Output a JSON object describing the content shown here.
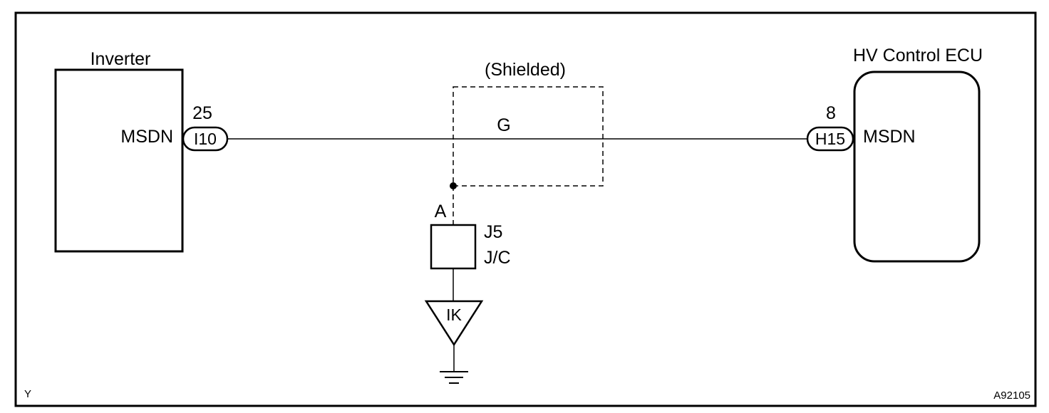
{
  "colors": {
    "line": "#000000",
    "background": "#ffffff"
  },
  "inverter": {
    "title": "Inverter",
    "terminal": "MSDN",
    "pin": "25",
    "connector": "I10"
  },
  "ecu": {
    "title": "HV Control ECU",
    "terminal": "MSDN",
    "pin": "8",
    "connector": "H15"
  },
  "wire": {
    "color_code": "G"
  },
  "shield": {
    "label": "(Shielded)"
  },
  "junction": {
    "pin": "A",
    "connector": "J5",
    "type": "J/C"
  },
  "ground": {
    "point": "IK",
    "icon": "ground-icon"
  },
  "corners": {
    "bottom_left": "Y",
    "bottom_right": "A92105"
  }
}
